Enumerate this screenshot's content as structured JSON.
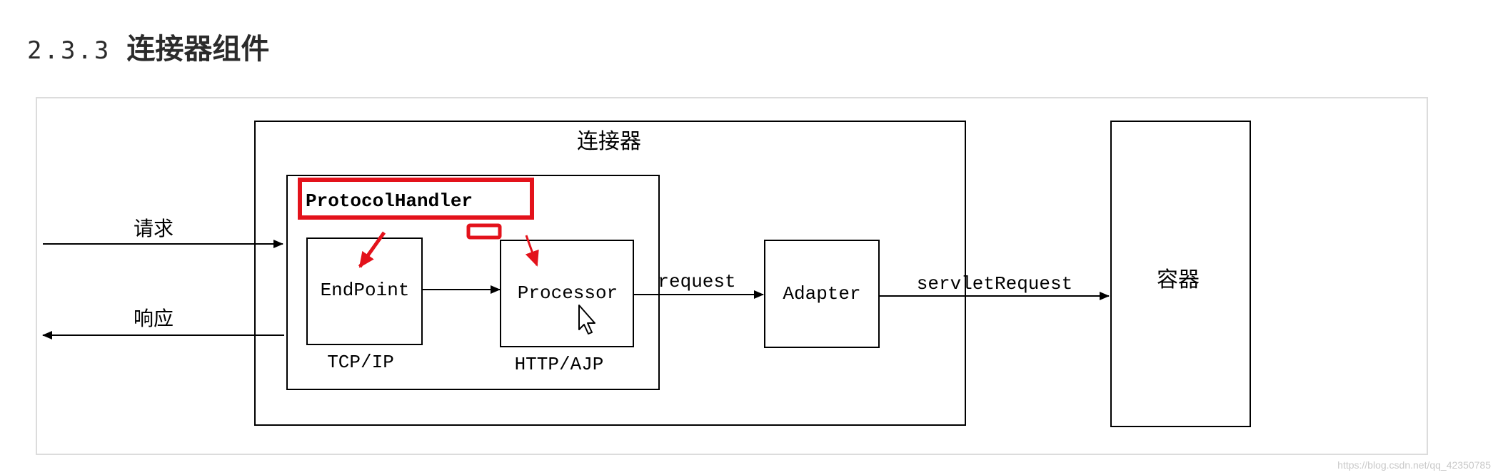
{
  "heading": {
    "number": "2.3.3",
    "title": "连接器组件"
  },
  "diagram": {
    "connector_label": "连接器",
    "protocol_handler_label": "ProtocolHandler",
    "endpoint_label": "EndPoint",
    "endpoint_protocol": "TCP/IP",
    "processor_label": "Processor",
    "processor_protocol": "HTTP/AJP",
    "adapter_label": "Adapter",
    "container_label": "容器",
    "request_in_label": "请求",
    "response_out_label": "响应",
    "request_edge_label": "request",
    "servlet_request_edge_label": "servletRequest",
    "highlight_color": "#e3121b"
  },
  "watermark": "https://blog.csdn.net/qq_42350785"
}
